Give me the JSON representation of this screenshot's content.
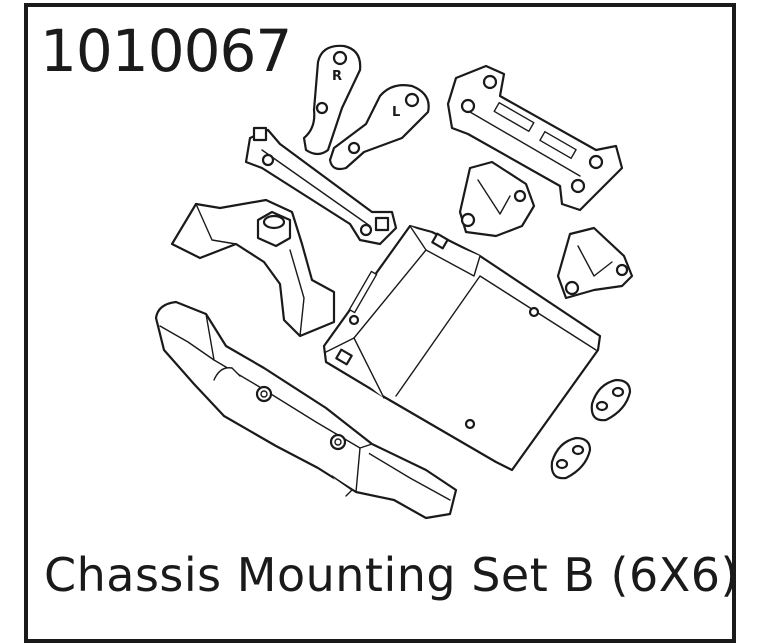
{
  "product": {
    "part_number": "1010067",
    "title": "Chassis Mounting Set B (6X6)"
  },
  "illustration": {
    "part_markings": [
      "R",
      "L"
    ],
    "parts": [
      "bumper",
      "chassis-plate",
      "servo-mount",
      "cross-member-bar",
      "shock-tower-plate",
      "mount-arm-r",
      "mount-arm-l",
      "body-post-mount-top",
      "body-post-mount-bottom",
      "clip-upper",
      "clip-lower"
    ]
  }
}
